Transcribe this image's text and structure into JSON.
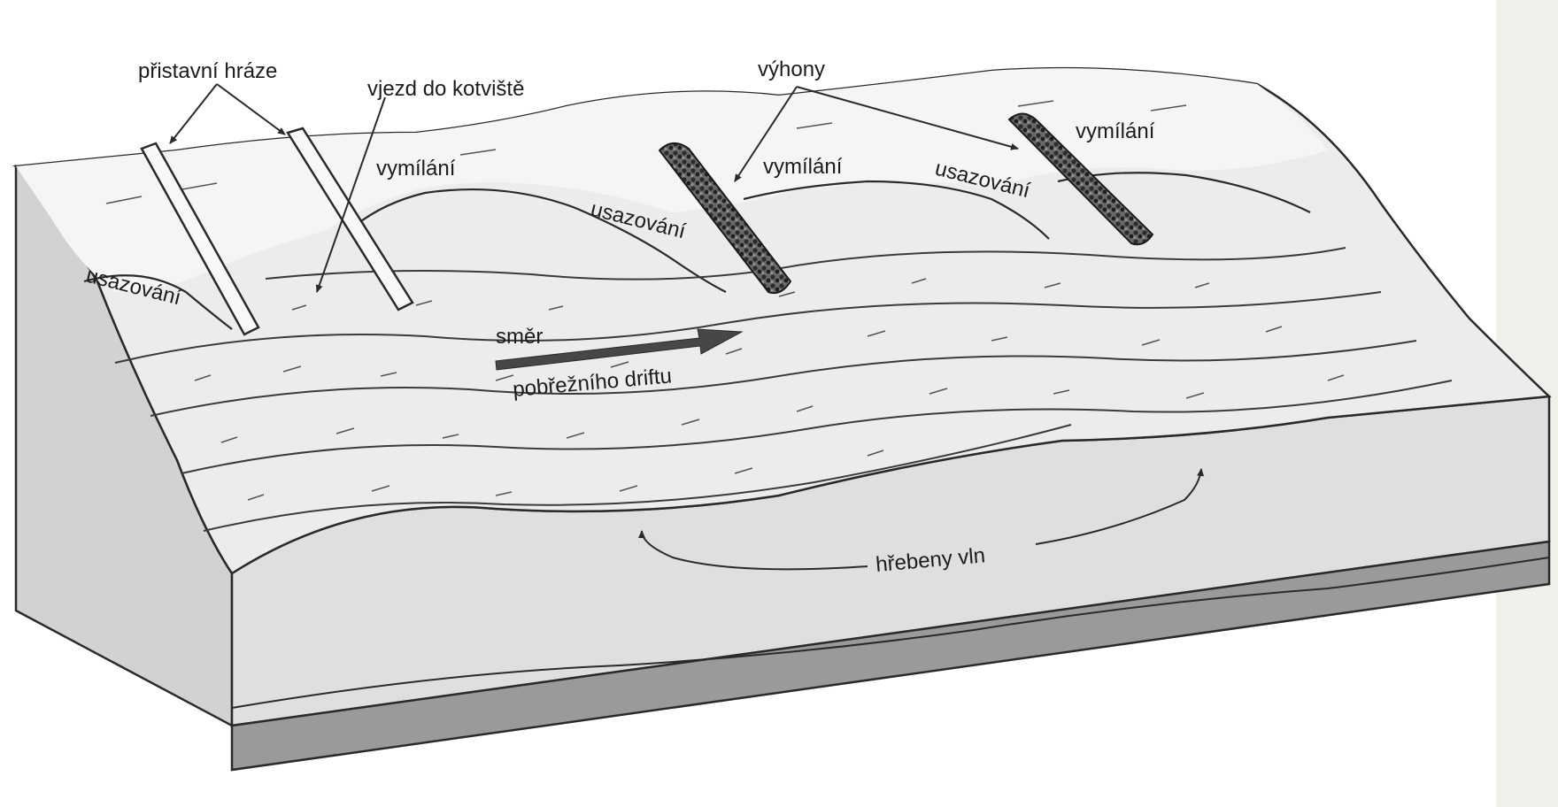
{
  "labels": {
    "harbor_jetties": "přistavní hráze",
    "anchorage_entrance": "vjezd do kotviště",
    "groynes": "výhony",
    "erosion_center": "vymílání",
    "erosion_mid": "vymílání",
    "erosion_right": "vymílání",
    "deposition_left": "usazování",
    "deposition_mid": "usazování",
    "deposition_right": "usazování",
    "drift_line1": "směr",
    "drift_line2": "pobřežního driftu",
    "wave_crests": "hřebeny vln"
  },
  "colors": {
    "paper": "#ffffff",
    "block_top": "#e9e9e9",
    "block_front": "#dedede",
    "block_side": "#cfcfcf",
    "base_strip": "#9a9a9a",
    "line": "#2a2a2a",
    "arrow": "#444444",
    "groyne": "#3a3a3a"
  }
}
